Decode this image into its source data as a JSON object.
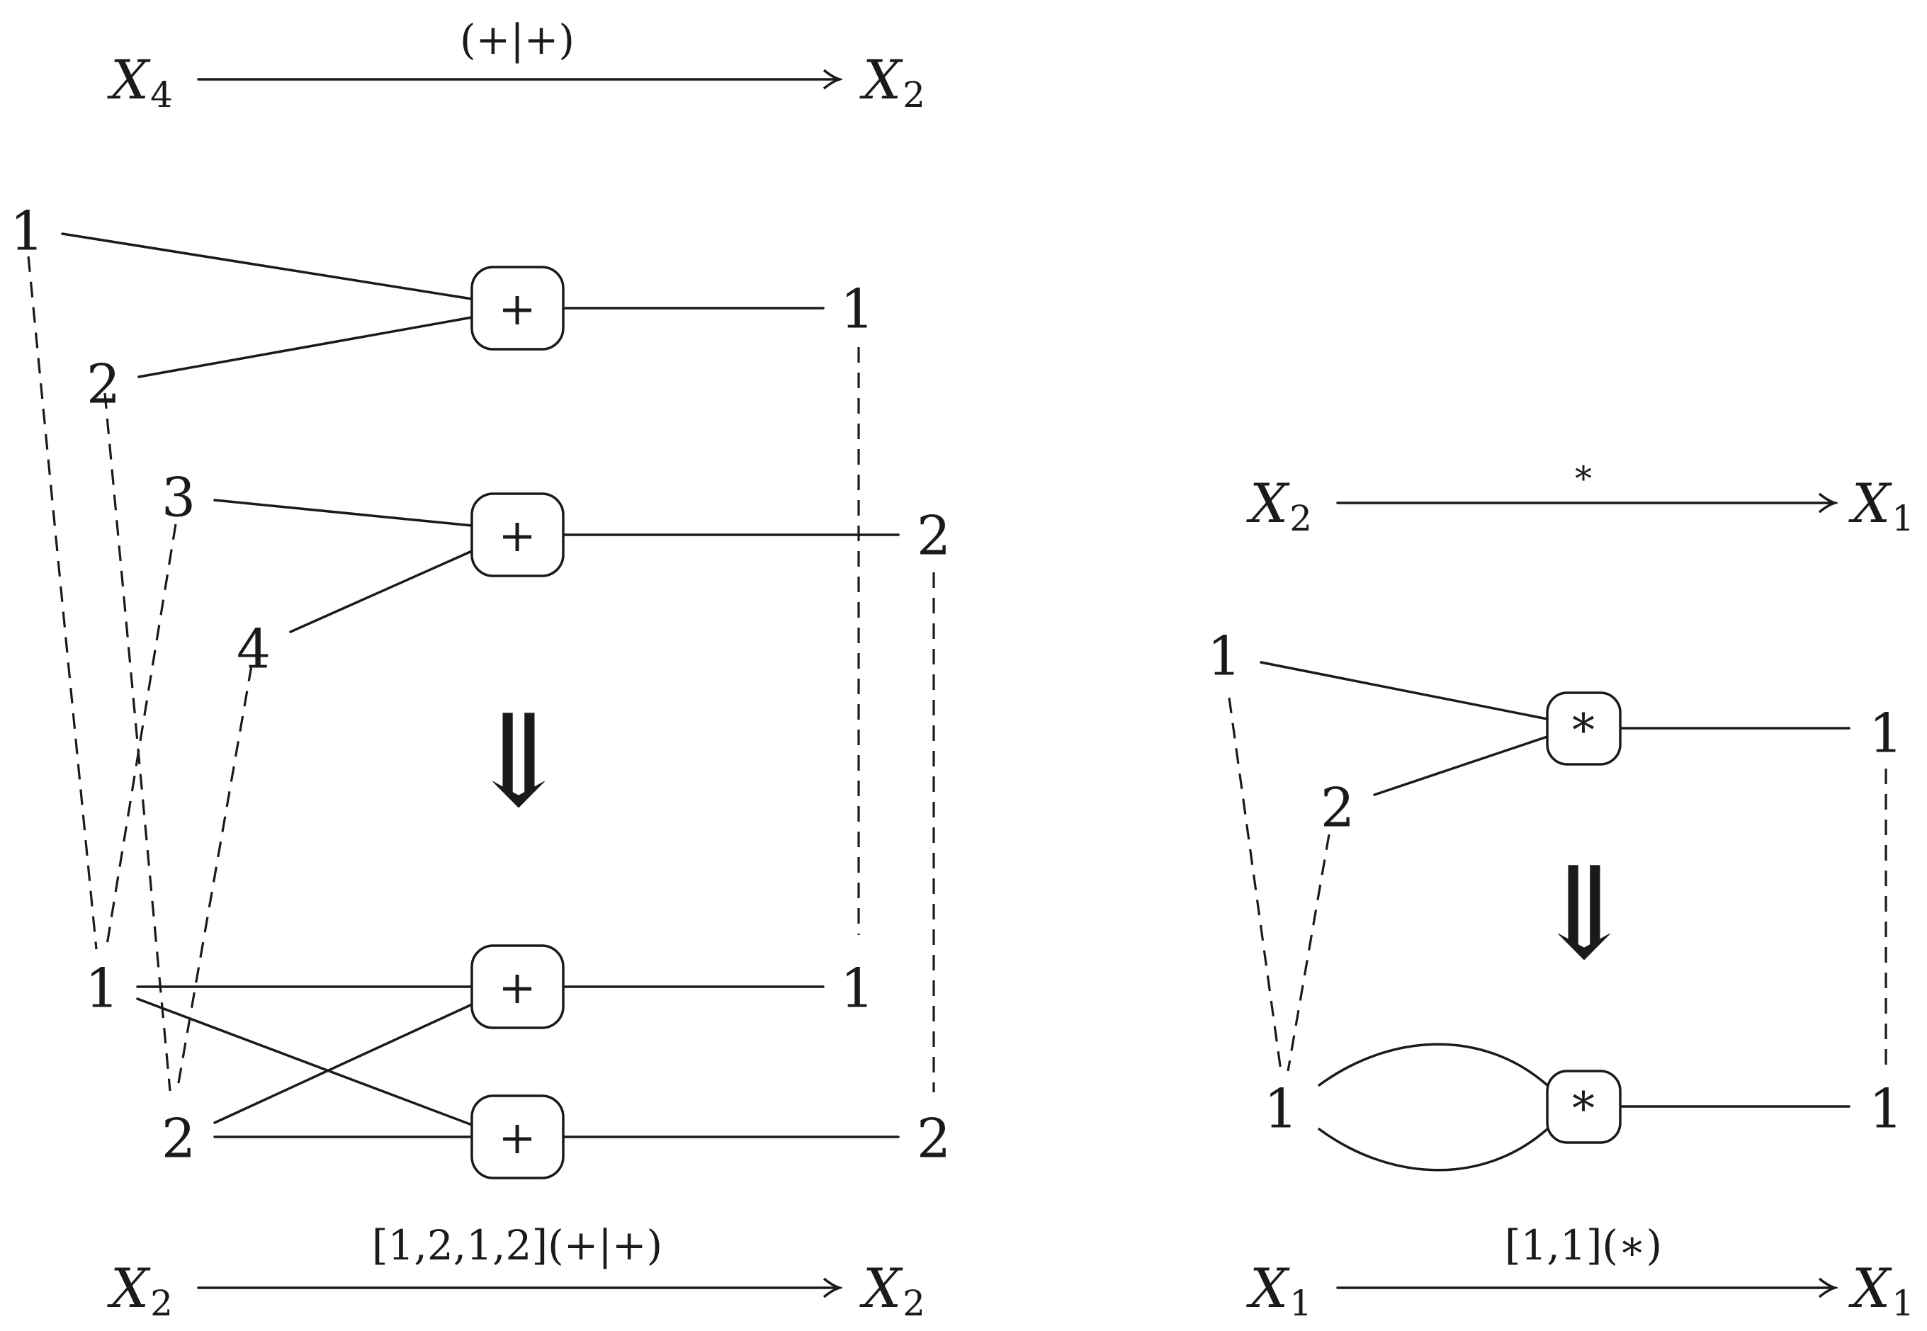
{
  "left": {
    "top_arrow": {
      "source": "X",
      "source_sub": "4",
      "label": "(+|+)",
      "target": "X",
      "target_sub": "2"
    },
    "top_inputs": [
      "1",
      "2",
      "3",
      "4"
    ],
    "top_outputs": [
      "1",
      "2"
    ],
    "top_ops": [
      "+",
      "+"
    ],
    "implies": "⇓",
    "bottom_inputs": [
      "1",
      "2"
    ],
    "bottom_outputs": [
      "1",
      "2"
    ],
    "bottom_ops": [
      "+",
      "+"
    ],
    "bottom_arrow": {
      "source": "X",
      "source_sub": "2",
      "label": "[1,2,1,2](+|+)",
      "target": "X",
      "target_sub": "2"
    }
  },
  "right": {
    "top_arrow": {
      "source": "X",
      "source_sub": "2",
      "label": "*",
      "target": "X",
      "target_sub": "1"
    },
    "top_inputs": [
      "1",
      "2"
    ],
    "top_outputs": [
      "1"
    ],
    "top_ops": [
      "*"
    ],
    "implies": "⇓",
    "bottom_inputs": [
      "1"
    ],
    "bottom_outputs": [
      "1"
    ],
    "bottom_ops": [
      "*"
    ],
    "bottom_arrow": {
      "source": "X",
      "source_sub": "1",
      "label": "[1,1](∗)",
      "target": "X",
      "target_sub": "1"
    }
  }
}
